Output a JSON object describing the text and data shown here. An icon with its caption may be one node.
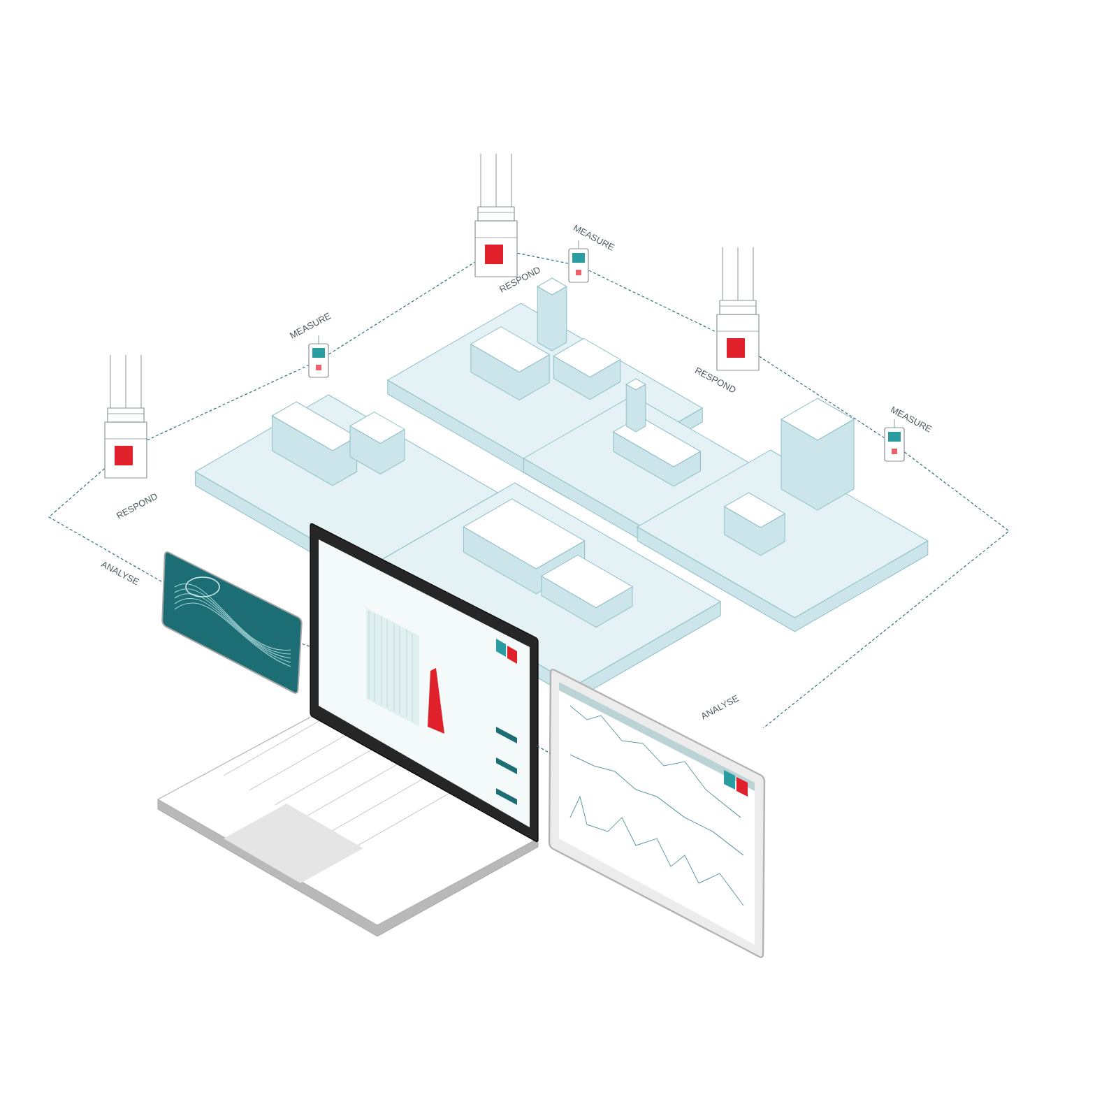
{
  "diagram": {
    "nodes": [
      {
        "text": [],
        "shape": "picture",
        "beside": [
          "RESPOND"
        ]
      },
      {
        "text": [],
        "shape": "picture",
        "beside": [
          "MEASURE"
        ]
      },
      {
        "text": [],
        "shape": "picture",
        "beside": [
          "RESPOND"
        ]
      },
      {
        "text": [],
        "shape": "picture",
        "beside": [
          "MEASURE"
        ]
      },
      {
        "text": [],
        "shape": "picture",
        "beside": [
          "RESPOND"
        ]
      },
      {
        "text": [],
        "shape": "picture",
        "beside": [
          "MEASURE"
        ]
      },
      {
        "text": [],
        "shape": "picture"
      },
      {
        "text": [],
        "shape": "picture"
      },
      {
        "text": [],
        "shape": "picture"
      }
    ],
    "edges": [
      {
        "from": 0,
        "to": 1,
        "arrow": "none"
      },
      {
        "from": 1,
        "to": 2,
        "arrow": "none"
      },
      {
        "from": 2,
        "to": 3,
        "arrow": "none"
      },
      {
        "from": 3,
        "to": 4,
        "arrow": "none"
      },
      {
        "from": 4,
        "to": 5,
        "arrow": "none"
      },
      {
        "from": 5,
        "to": 8,
        "arrow": "none",
        "label": "ANALYSE"
      },
      {
        "from": 0,
        "to": 6,
        "arrow": "none",
        "label": "ANALYSE"
      },
      {
        "from": 6,
        "to": 7,
        "arrow": "none"
      },
      {
        "from": 7,
        "to": 8,
        "arrow": "none"
      }
    ]
  }
}
